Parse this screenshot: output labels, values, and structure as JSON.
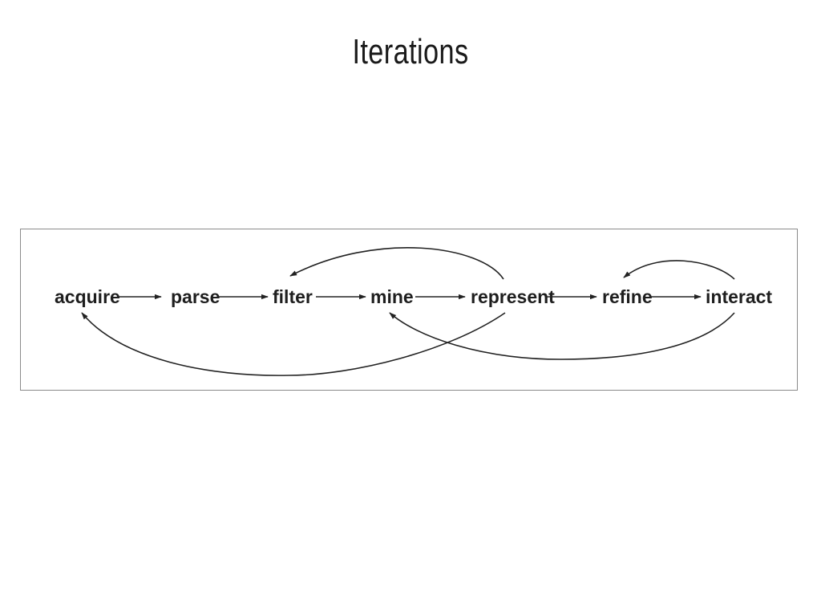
{
  "slide": {
    "title": "Iterations"
  },
  "diagram": {
    "nodes": [
      {
        "id": "acquire",
        "label": "acquire"
      },
      {
        "id": "parse",
        "label": "parse"
      },
      {
        "id": "filter",
        "label": "filter"
      },
      {
        "id": "mine",
        "label": "mine"
      },
      {
        "id": "represent",
        "label": "represent"
      },
      {
        "id": "refine",
        "label": "refine"
      },
      {
        "id": "interact",
        "label": "interact"
      }
    ],
    "edges": [
      {
        "from": "acquire",
        "to": "parse",
        "kind": "straight"
      },
      {
        "from": "parse",
        "to": "filter",
        "kind": "straight"
      },
      {
        "from": "filter",
        "to": "mine",
        "kind": "straight"
      },
      {
        "from": "mine",
        "to": "represent",
        "kind": "straight"
      },
      {
        "from": "represent",
        "to": "refine",
        "kind": "straight"
      },
      {
        "from": "refine",
        "to": "interact",
        "kind": "straight"
      },
      {
        "from": "represent",
        "to": "filter",
        "kind": "curve-above"
      },
      {
        "from": "represent",
        "to": "acquire",
        "kind": "curve-below"
      },
      {
        "from": "interact",
        "to": "refine",
        "kind": "curve-above"
      },
      {
        "from": "interact",
        "to": "mine",
        "kind": "curve-below"
      }
    ]
  }
}
